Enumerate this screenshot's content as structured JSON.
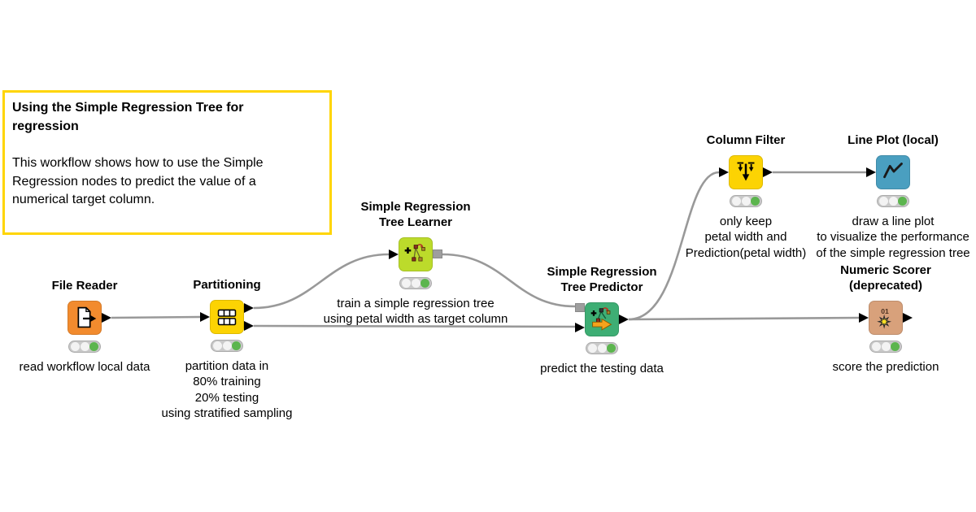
{
  "annotation": {
    "title": "Using the Simple Regression Tree for\nregression",
    "body": "This workflow shows how to use the Simple\nRegression nodes to predict the value of a\nnumerical target column.",
    "border_color": "#ffd503"
  },
  "colors": {
    "edge": "#999999",
    "status_green": "#5cb54e",
    "port_black": "#000000",
    "port_model_gray": "#9e9e9e"
  },
  "nodes": [
    {
      "id": "file-reader",
      "title": "File Reader",
      "caption": "read workflow local data",
      "color": "#f28b2e",
      "status": "green"
    },
    {
      "id": "partitioning",
      "title": "Partitioning",
      "caption": "partition data in\n80% training\n20% testing\nusing stratified sampling",
      "color": "#fcd303",
      "status": "green"
    },
    {
      "id": "simple-regression-tree-learner",
      "title": "Simple Regression\nTree Learner",
      "caption": "train a simple regression tree\nusing petal width as target column",
      "color": "#bcdb2b",
      "status": "green"
    },
    {
      "id": "simple-regression-tree-predictor",
      "title": "Simple Regression\nTree Predictor",
      "caption": "predict the testing data",
      "color": "#3eae74",
      "status": "green"
    },
    {
      "id": "column-filter",
      "title": "Column Filter",
      "caption": "only keep\npetal width and\nPrediction(petal width)",
      "color": "#fcd303",
      "status": "green"
    },
    {
      "id": "line-plot-local",
      "title": "Line Plot (local)",
      "caption": "draw a line plot\nto visualize the performance\nof the simple regression tree",
      "color": "#4a9fc0",
      "status": "green"
    },
    {
      "id": "numeric-scorer-deprecated",
      "title": "Numeric Scorer\n(deprecated)",
      "caption": "score the prediction",
      "color": "#d8a17b",
      "status": "green",
      "icon_text": "01"
    }
  ],
  "edges": [
    {
      "from": "file-reader",
      "to": "partitioning"
    },
    {
      "from": "partitioning",
      "to": "simple-regression-tree-learner"
    },
    {
      "from": "simple-regression-tree-learner",
      "to": "simple-regression-tree-predictor"
    },
    {
      "from": "partitioning",
      "to": "simple-regression-tree-predictor"
    },
    {
      "from": "simple-regression-tree-predictor",
      "to": "column-filter"
    },
    {
      "from": "column-filter",
      "to": "line-plot-local"
    },
    {
      "from": "simple-regression-tree-predictor",
      "to": "numeric-scorer-deprecated"
    }
  ]
}
